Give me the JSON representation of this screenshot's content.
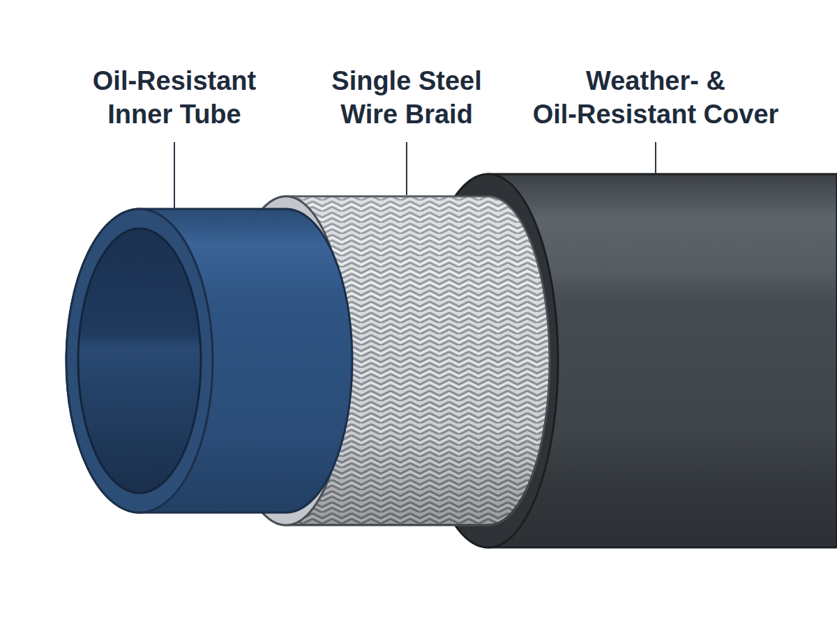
{
  "diagram": {
    "labels": [
      "Oil-Resistant Inner Tube",
      "Single Steel Wire Braid",
      "Weather- & Oil-Resistant Cover"
    ]
  }
}
